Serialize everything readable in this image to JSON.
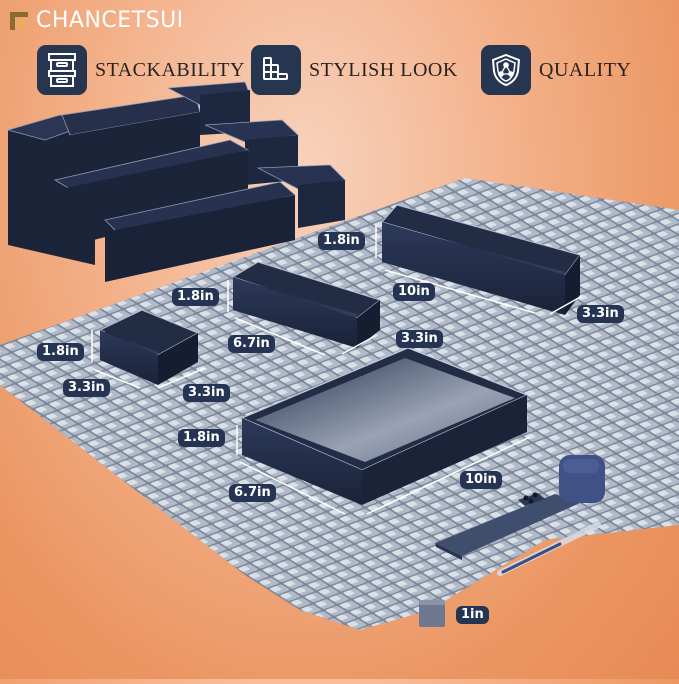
{
  "brand": {
    "name": "CHANCETSUI",
    "logo_colors": {
      "frame": "#8a6a2e",
      "accent": "#e9b24d"
    }
  },
  "features": [
    {
      "icon": "storage-boxes-icon",
      "label": "STACKABILITY"
    },
    {
      "icon": "stacked-grid-icon",
      "label": "STYLISH LOOK"
    },
    {
      "icon": "shield-icon",
      "label": "QUALITY"
    }
  ],
  "dimensions": {
    "tray_long_narrow": {
      "height": "1.8in",
      "length": "10in",
      "width": "3.3in"
    },
    "tray_medium": {
      "height": "1.8in",
      "length": "6.7in",
      "width": "3.3in"
    },
    "tray_small_square": {
      "height": "1.8in",
      "length": "3.3in",
      "width": "3.3in"
    },
    "tray_large": {
      "height": "1.8in",
      "length": "6.7in",
      "width": "10in"
    },
    "reference_cube": "1in"
  },
  "colors": {
    "tray": "#1f2a44",
    "badge": "#243452",
    "feature_icon_bg": "#263650",
    "background": "#eb9662",
    "mat": "#8e98a8"
  }
}
